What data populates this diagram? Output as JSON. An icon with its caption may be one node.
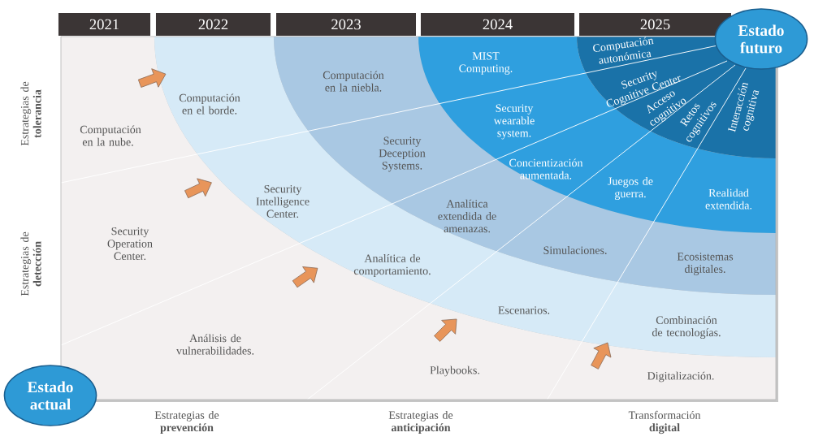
{
  "diagram": {
    "nodes": [
      {
        "text": [
          "2021"
        ]
      },
      {
        "text": [
          "2022"
        ]
      },
      {
        "text": [
          "2023"
        ]
      },
      {
        "text": [
          "2024"
        ]
      },
      {
        "text": [
          "2025"
        ]
      },
      {
        "text": [
          "Estado futuro"
        ]
      },
      {
        "text": [
          "Computación en la nube."
        ]
      },
      {
        "text": [
          "Security Operation Center."
        ]
      },
      {
        "text": [
          "Análisis de vulnerabilidades."
        ]
      },
      {
        "text": [
          "Playbooks."
        ]
      },
      {
        "text": [
          "Digitalización."
        ]
      },
      {
        "text": [
          "Computación en el borde."
        ]
      },
      {
        "text": [
          "Security Intelligence Center."
        ]
      },
      {
        "text": [
          "Analítica de comportamiento."
        ]
      },
      {
        "text": [
          "Escenarios."
        ]
      },
      {
        "text": [
          "Combinación de tecnologías."
        ]
      },
      {
        "text": [
          "Computación en la niebla."
        ]
      },
      {
        "text": [
          "Security Deception Systems."
        ]
      },
      {
        "text": [
          "Analítica extendida de amenazas."
        ]
      },
      {
        "text": [
          "Simulaciones."
        ]
      },
      {
        "text": [
          "Ecosistemas digitales."
        ]
      },
      {
        "text": [
          "MIST Computing."
        ]
      },
      {
        "text": [
          "Security wearable system."
        ]
      },
      {
        "text": [
          "Concientización aumentada."
        ]
      },
      {
        "text": [
          "Juegos de guerra."
        ]
      },
      {
        "text": [
          "Realidad extendida."
        ]
      },
      {
        "text": [
          "Computación autonómica"
        ]
      },
      {
        "text": [
          "Security Cognitive Center"
        ]
      },
      {
        "text": [
          "Acceso cognitivo"
        ]
      },
      {
        "text": [
          "Retos cognitivos"
        ]
      },
      {
        "text": [
          "Interacción cognitiva"
        ]
      },
      {
        "text": [
          "Estado actual"
        ]
      }
    ],
    "labels": [
      "Estrategias de **tolerancia**",
      "Estrategias de **detección**",
      "Estrategias de **prevención**",
      "Estrategias de **anticipación**",
      "Transformación **digital**"
    ]
  }
}
